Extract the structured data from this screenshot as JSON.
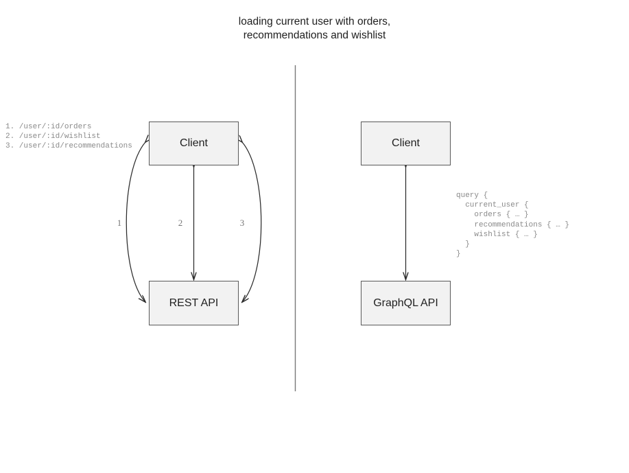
{
  "diagram": {
    "title": "loading current user with orders,\nrecommendations and wishlist",
    "divider": {
      "name": "vertical-divider",
      "color": "#777777"
    },
    "colors": {
      "box_fill": "#f2f2f2",
      "box_border": "#585858",
      "edge_stroke": "#2b2b2b",
      "code_text": "#8a8a8a",
      "label_text": "#777777"
    },
    "left_panel": {
      "name": "rest-approach",
      "nodes": [
        {
          "id": "client-rest",
          "label": "Client"
        },
        {
          "id": "rest-api",
          "label": "REST API"
        }
      ],
      "edges": [
        {
          "id": "1",
          "label": "1",
          "style": "curved-left",
          "arrows": "both"
        },
        {
          "id": "2",
          "label": "2",
          "style": "straight",
          "arrows": "both"
        },
        {
          "id": "3",
          "label": "3",
          "style": "curved-right",
          "arrows": "both"
        }
      ],
      "endpoints": "1. /user/:id/orders\n2. /user/:id/wishlist\n3. /user/:id/recommendations"
    },
    "right_panel": {
      "name": "graphql-approach",
      "nodes": [
        {
          "id": "client-gql",
          "label": "Client"
        },
        {
          "id": "graphql-api",
          "label": "GraphQL API"
        }
      ],
      "edges": [
        {
          "id": "q",
          "label": "",
          "style": "straight",
          "arrows": "both"
        }
      ],
      "query": "query {\n  current_user {\n    orders { … }\n    recommendations { … }\n    wishlist { … }\n  }\n}"
    }
  }
}
